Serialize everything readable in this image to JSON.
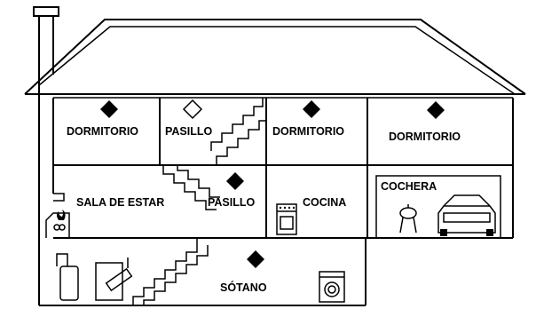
{
  "diagram": {
    "colors": {
      "line": "#000000",
      "background": "#ffffff"
    },
    "rooms": [
      {
        "key": "dormitorio_1",
        "label": "DORMITORIO",
        "marker": "filled-diamond"
      },
      {
        "key": "pasillo_upper",
        "label": "PASILLO",
        "marker": "outline-diamond"
      },
      {
        "key": "dormitorio_2",
        "label": "DORMITORIO",
        "marker": "filled-diamond"
      },
      {
        "key": "dormitorio_3",
        "label": "DORMITORIO",
        "marker": "filled-diamond"
      },
      {
        "key": "sala_de_estar",
        "label": "SALA DE ESTAR",
        "marker": "none"
      },
      {
        "key": "pasillo_lower",
        "label": "PASILLO",
        "marker": "filled-diamond"
      },
      {
        "key": "cocina",
        "label": "COCINA",
        "marker": "none"
      },
      {
        "key": "cochera",
        "label": "COCHERA",
        "marker": "none"
      },
      {
        "key": "sotano",
        "label": "SÓTANO",
        "marker": "filled-diamond"
      }
    ],
    "icons": [
      "fireplace-icon",
      "stove-icon",
      "car-icon",
      "grill-icon",
      "furnace-icon",
      "water-heater-icon",
      "washing-machine-icon",
      "chimney-icon"
    ]
  }
}
